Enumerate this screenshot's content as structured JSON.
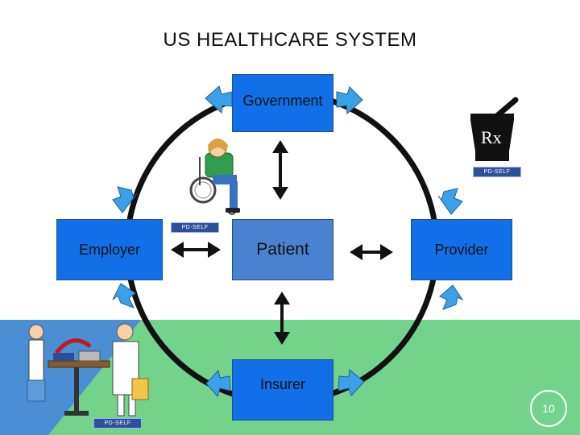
{
  "title": "US HEALTHCARE SYSTEM",
  "nodes": {
    "government": "Government",
    "employer": "Employer",
    "patient": "Patient",
    "provider": "Provider",
    "insurer": "Insurer"
  },
  "logos": {
    "logo_text": "PD-SELF"
  },
  "rx_label": "Rx",
  "page_number": "10",
  "colors": {
    "box_blue": "#1170e8",
    "patient_blue": "#4b82d0",
    "arrow_cyan": "#3aa0e8",
    "bg_blue": "#4a8fd4",
    "bg_green": "#74d38b"
  }
}
